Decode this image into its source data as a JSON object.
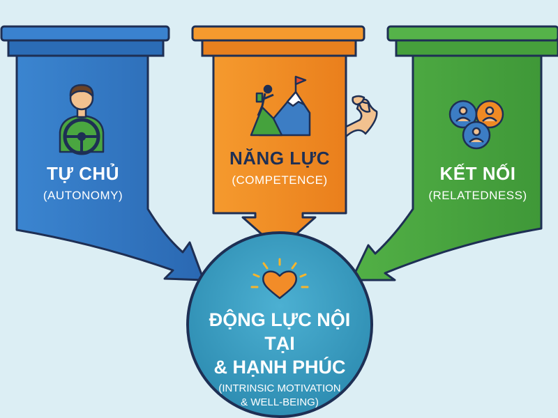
{
  "pillars": [
    {
      "title": "TỰ CHỦ",
      "subtitle": "(AUTONOMY)",
      "icon": "driver-steering-wheel-icon",
      "color": "#2f74c0"
    },
    {
      "title": "NĂNG LỰC",
      "subtitle": "(COMPETENCE)",
      "icon": "mountain-climber-icon",
      "color": "#f08a24"
    },
    {
      "title": "KẾT NỐI",
      "subtitle": "(RELATEDNESS)",
      "icon": "connected-people-icon",
      "color": "#4aa640"
    }
  ],
  "flexed_arm_icon": "flexed-biceps-icon",
  "center": {
    "title_line1": "ĐỘNG LỰC NỘI TẠI",
    "title_line2": "& HẠNH PHÚC",
    "subtitle_line1": "(INTRINSIC MOTIVATION",
    "subtitle_line2": "& WELL-BEING)",
    "icon": "glowing-heart-icon",
    "color": "#3a9cc0"
  },
  "colors": {
    "background": "#dceef4",
    "outline": "#1e2f54",
    "blue": "#2f74c0",
    "orange": "#f08a24",
    "green": "#4aa640",
    "teal": "#3a9cc0",
    "heart": "#f28c28"
  }
}
